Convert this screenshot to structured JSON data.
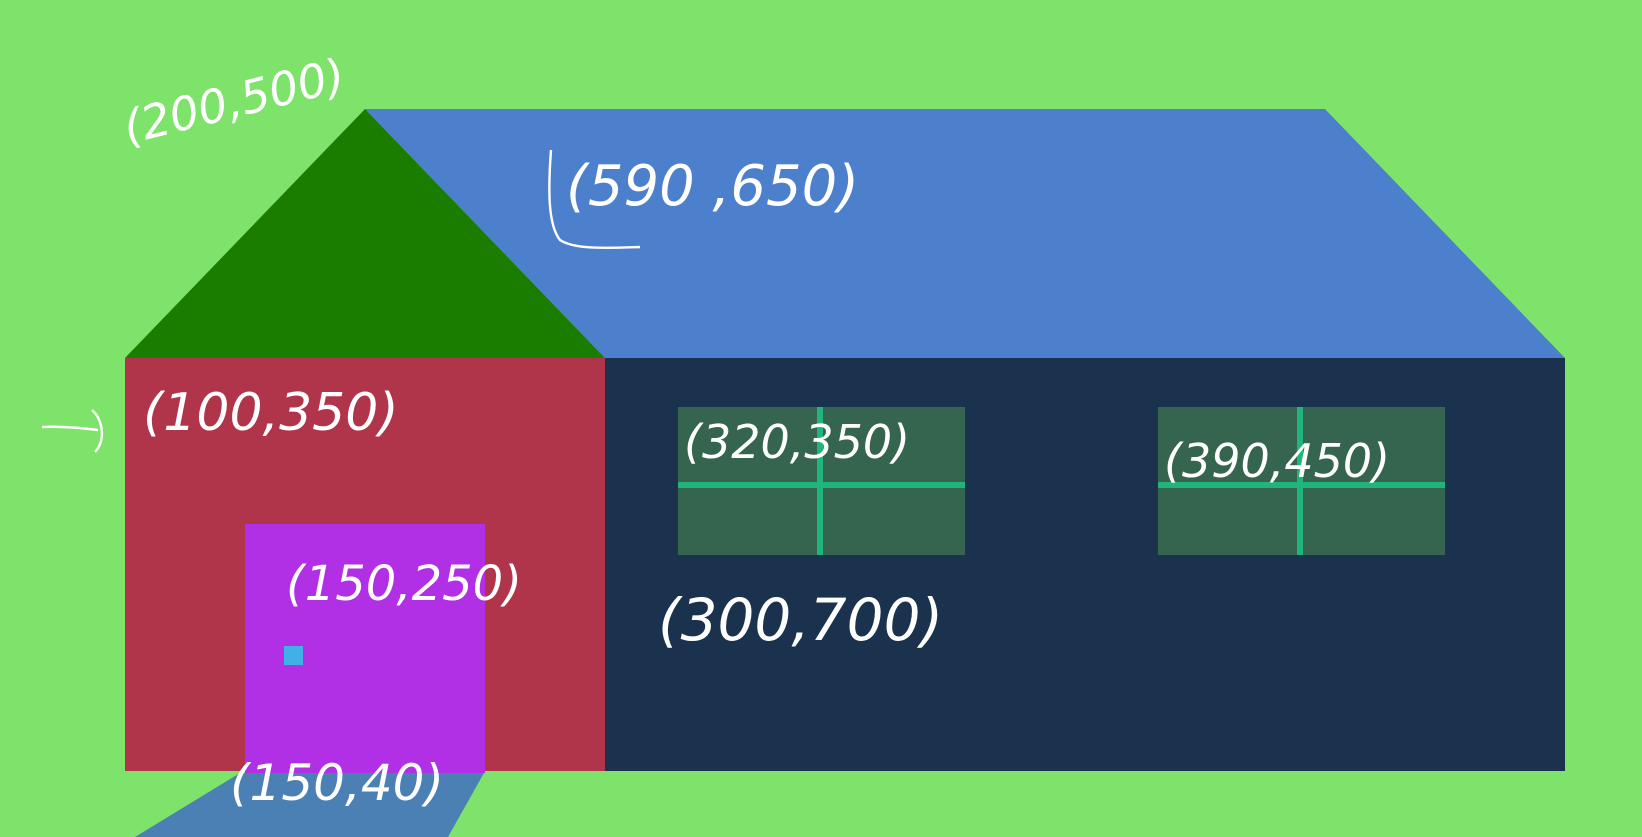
{
  "colors": {
    "grass": "#7ee36a",
    "roof_gable": "#1b7d00",
    "roof_main": "#4d80cc",
    "front_wall": "#b0344a",
    "side_wall": "#1a324d",
    "door": "#b130e6",
    "door_knob": "#3fb1e6",
    "window_glass": "#35654f",
    "window_frame": "#1fb57d",
    "path": "#4b80b4",
    "annotation": "#ffffff"
  },
  "annotations": {
    "roof_peak": "(200,500)",
    "roof_main": "(590 ,650)",
    "wall_corner": "(100,350)",
    "door_top": "(150,250)",
    "window_left": "(320,350)",
    "window_right": "(390,450)",
    "side_wall": "(300,700)",
    "path": "(150,40)"
  }
}
